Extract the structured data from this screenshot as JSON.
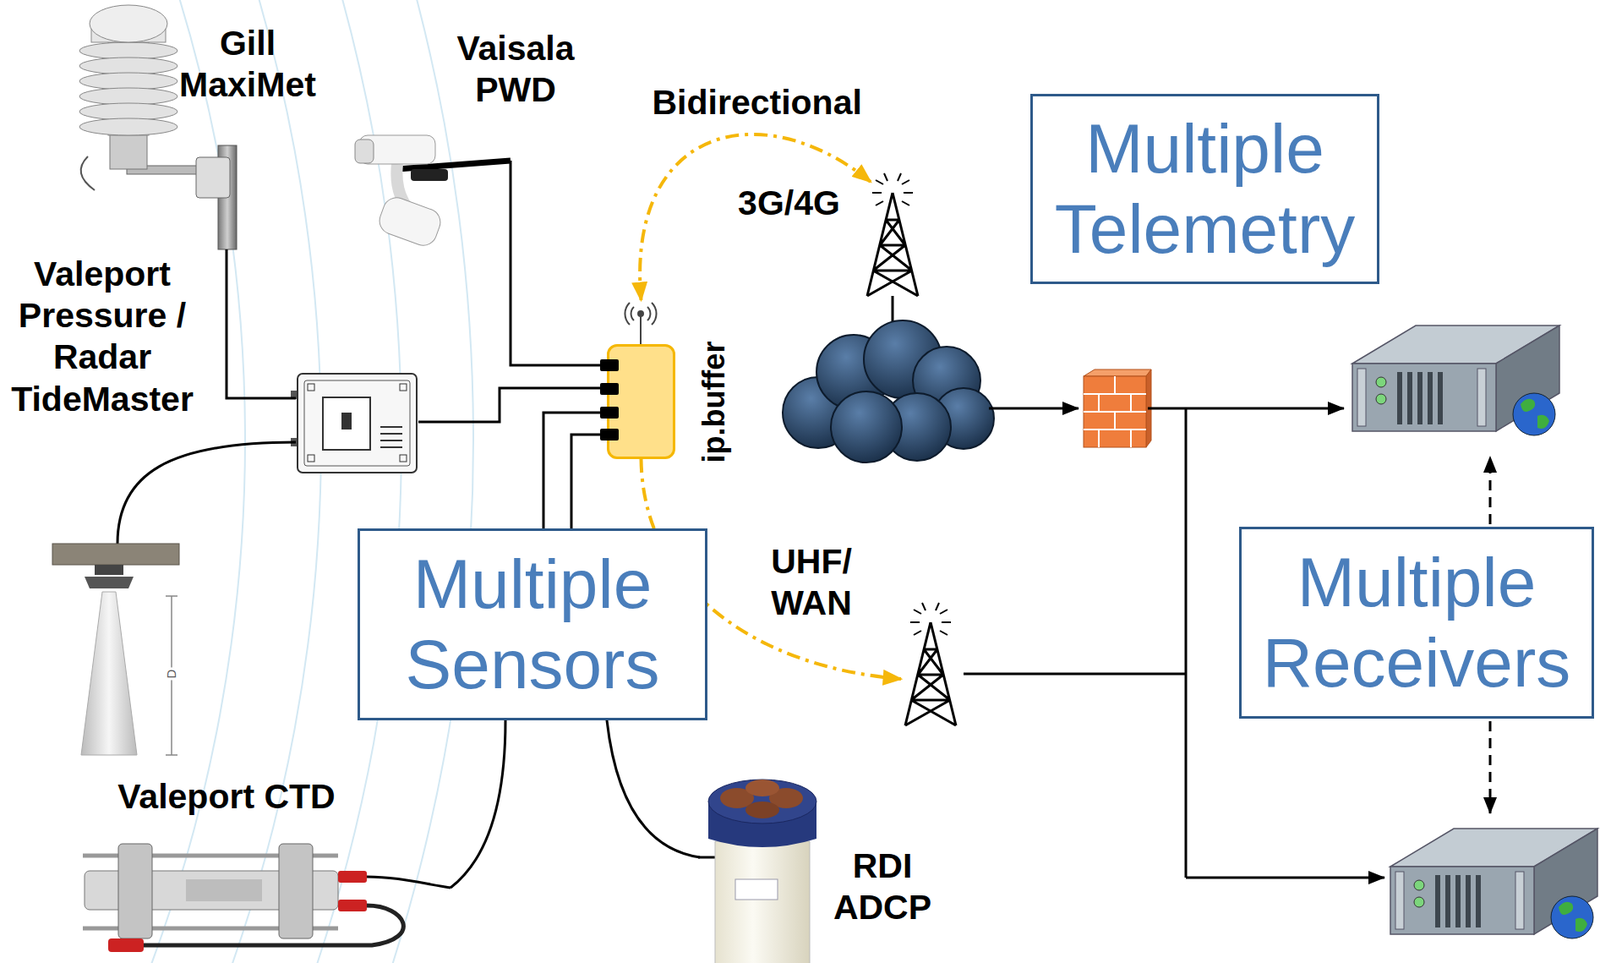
{
  "diagram": {
    "nodes": [
      {
        "text": [
          "Gill MaxiMet"
        ]
      },
      {
        "text": [
          "Vaisala PWD"
        ]
      },
      {
        "text": [
          "Valeport Pressure / Radar TideMaster"
        ]
      },
      {
        "text": [
          "ip.buffer"
        ]
      },
      {
        "text": [
          "3G/4G"
        ]
      },
      {
        "text": [
          "Multiple Telemetry"
        ]
      },
      {
        "text": [
          "Multiple Sensors"
        ]
      },
      {
        "text": [
          "UHF/WAN"
        ]
      },
      {
        "text": [
          "Multiple Receivers"
        ]
      },
      {
        "text": [
          "Valeport CTD"
        ]
      },
      {
        "text": [
          "RDI ADCP"
        ]
      }
    ],
    "edges": [
      {
        "from": 0,
        "to": 2,
        "arrow": "none"
      },
      {
        "from": 1,
        "to": 3,
        "arrow": "none"
      },
      {
        "from": 2,
        "to": 3,
        "arrow": "none"
      },
      {
        "from": 3,
        "to": 4,
        "arrow": "both",
        "label": "Bidirectional"
      },
      {
        "from": 3,
        "to": 7,
        "arrow": "to"
      },
      {
        "from": 9,
        "to": 3,
        "arrow": "none"
      },
      {
        "from": 10,
        "to": 3,
        "arrow": "none"
      }
    ],
    "labels": [
      "D"
    ]
  }
}
